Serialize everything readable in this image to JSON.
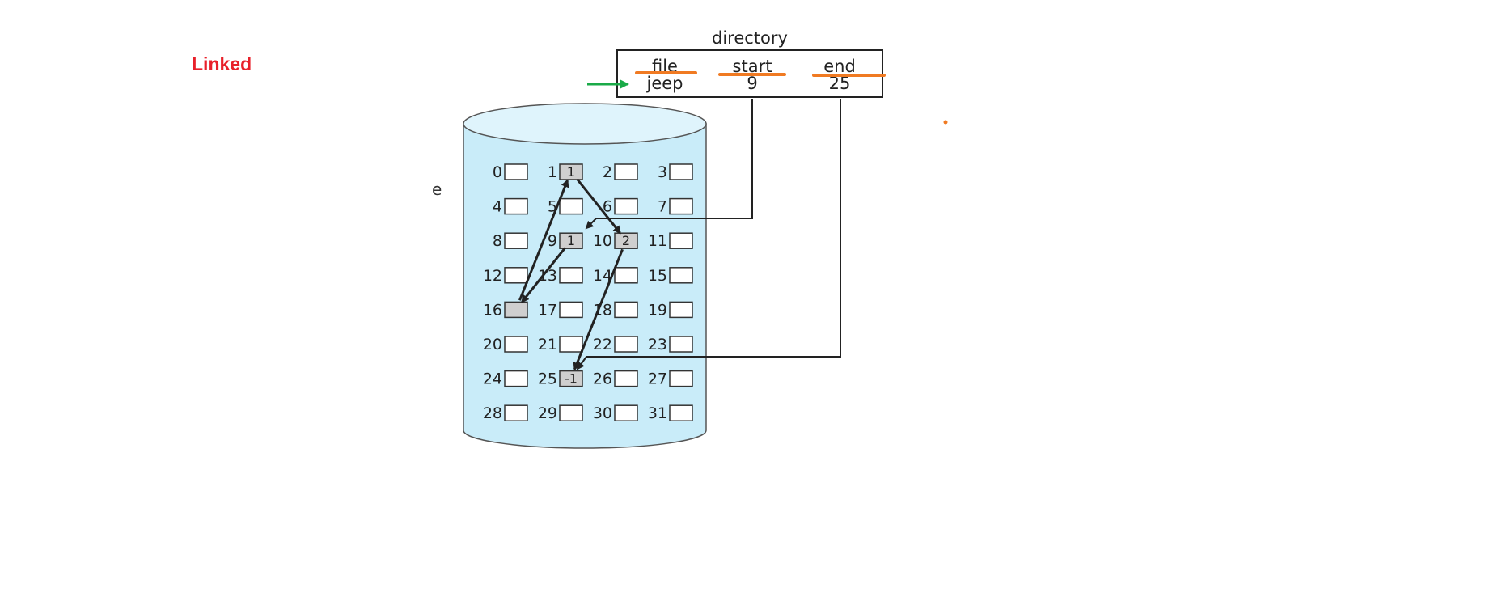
{
  "slide": {
    "title": "Linked",
    "stray_mark": "e"
  },
  "directory": {
    "caption": "directory",
    "headers": [
      "file",
      "start",
      "end"
    ],
    "row": [
      "jeep",
      "9",
      "25"
    ]
  },
  "disk": {
    "cells": [
      {
        "n": "0",
        "v": ""
      },
      {
        "n": "1",
        "v": "1",
        "filled": true
      },
      {
        "n": "2",
        "v": ""
      },
      {
        "n": "3",
        "v": ""
      },
      {
        "n": "4",
        "v": ""
      },
      {
        "n": "5",
        "v": ""
      },
      {
        "n": "6",
        "v": ""
      },
      {
        "n": "7",
        "v": ""
      },
      {
        "n": "8",
        "v": ""
      },
      {
        "n": "9",
        "v": "1",
        "filled": true
      },
      {
        "n": "10",
        "v": "2",
        "filled": true
      },
      {
        "n": "11",
        "v": ""
      },
      {
        "n": "12",
        "v": ""
      },
      {
        "n": "13",
        "v": ""
      },
      {
        "n": "14",
        "v": ""
      },
      {
        "n": "15",
        "v": ""
      },
      {
        "n": "16",
        "v": "",
        "filled": true
      },
      {
        "n": "17",
        "v": ""
      },
      {
        "n": "18",
        "v": ""
      },
      {
        "n": "19",
        "v": ""
      },
      {
        "n": "20",
        "v": ""
      },
      {
        "n": "21",
        "v": ""
      },
      {
        "n": "22",
        "v": ""
      },
      {
        "n": "23",
        "v": ""
      },
      {
        "n": "24",
        "v": ""
      },
      {
        "n": "25",
        "v": "-1",
        "filled": true
      },
      {
        "n": "26",
        "v": ""
      },
      {
        "n": "27",
        "v": ""
      },
      {
        "n": "28",
        "v": ""
      },
      {
        "n": "29",
        "v": ""
      },
      {
        "n": "30",
        "v": ""
      },
      {
        "n": "31",
        "v": ""
      }
    ],
    "chain": [
      9,
      16,
      1,
      10,
      25
    ]
  },
  "colors": {
    "title": "#e8202a",
    "cylinder_fill": "#c9ecf9",
    "cylinder_top": "#dff4fc",
    "block_filled": "#cfcfcf",
    "underline": "#f07a22",
    "pointer": "#1aaa48",
    "line": "#222222"
  }
}
